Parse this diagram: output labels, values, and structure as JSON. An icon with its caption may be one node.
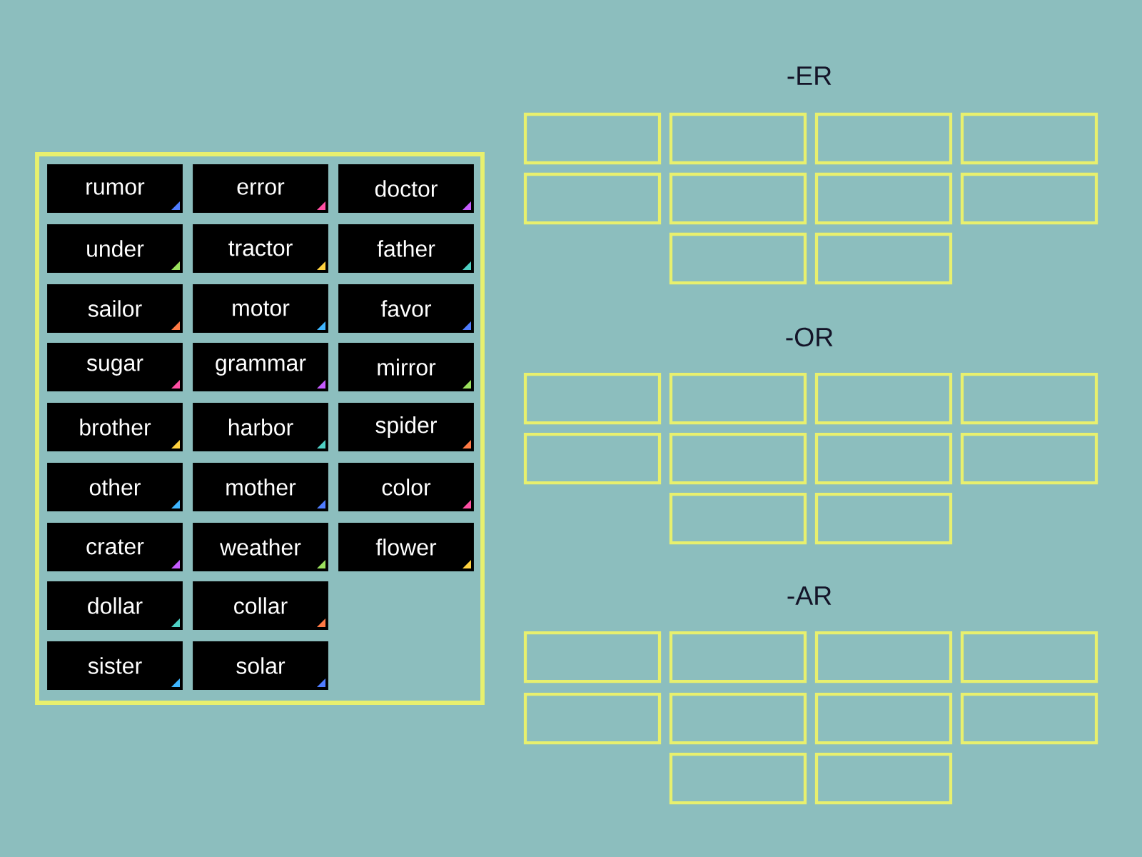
{
  "diagram": {
    "nodes": [
      {
        "text": [],
        "shape": "box"
      },
      {
        "text": [
          "rumor"
        ],
        "in": 0
      },
      {
        "text": [
          "error"
        ],
        "in": 0
      },
      {
        "text": [
          "doctor"
        ],
        "in": 0
      },
      {
        "text": [
          "under"
        ],
        "in": 0
      },
      {
        "text": [
          "tractor"
        ],
        "in": 0
      },
      {
        "text": [
          "father"
        ],
        "in": 0
      },
      {
        "text": [
          "sailor"
        ],
        "in": 0
      },
      {
        "text": [
          "motor"
        ],
        "in": 0
      },
      {
        "text": [
          "favor"
        ],
        "in": 0
      },
      {
        "text": [
          "sugar"
        ],
        "in": 0
      },
      {
        "text": [
          "grammar"
        ],
        "in": 0
      },
      {
        "text": [
          "mirror"
        ],
        "in": 0
      },
      {
        "text": [
          "brother"
        ],
        "in": 0
      },
      {
        "text": [
          "harbor"
        ],
        "in": 0
      },
      {
        "text": [
          "spider"
        ],
        "in": 0
      },
      {
        "text": [
          "other"
        ],
        "in": 0
      },
      {
        "text": [
          "mother"
        ],
        "in": 0
      },
      {
        "text": [
          "color"
        ],
        "in": 0
      },
      {
        "text": [
          "crater"
        ],
        "in": 0
      },
      {
        "text": [
          "weather"
        ],
        "in": 0
      },
      {
        "text": [
          "flower"
        ],
        "in": 0
      },
      {
        "text": [
          "dollar"
        ],
        "in": 0
      },
      {
        "text": [
          "collar"
        ],
        "in": 0
      },
      {
        "text": [
          "sister"
        ],
        "in": 0
      },
      {
        "text": [
          "solar"
        ],
        "in": 0
      },
      {
        "text": [],
        "shape": "box"
      },
      {
        "text": [],
        "shape": "box"
      },
      {
        "text": [],
        "shape": "box"
      },
      {
        "text": [],
        "shape": "box"
      },
      {
        "text": [],
        "shape": "box"
      },
      {
        "text": [],
        "shape": "box"
      },
      {
        "text": [],
        "shape": "box"
      },
      {
        "text": [],
        "shape": "box"
      },
      {
        "text": [],
        "shape": "box"
      },
      {
        "text": [],
        "shape": "box"
      },
      {
        "text": [],
        "shape": "box"
      },
      {
        "text": [],
        "shape": "box"
      },
      {
        "text": [],
        "shape": "box"
      },
      {
        "text": [],
        "shape": "box"
      },
      {
        "text": [],
        "shape": "box"
      },
      {
        "text": [],
        "shape": "box"
      },
      {
        "text": [],
        "shape": "box"
      },
      {
        "text": [],
        "shape": "box"
      },
      {
        "text": [],
        "shape": "box"
      },
      {
        "text": [],
        "shape": "box"
      },
      {
        "text": [],
        "shape": "box"
      },
      {
        "text": [],
        "shape": "box"
      },
      {
        "text": [],
        "shape": "box"
      },
      {
        "text": [],
        "shape": "box"
      },
      {
        "text": [],
        "shape": "box"
      },
      {
        "text": [],
        "shape": "box"
      },
      {
        "text": [],
        "shape": "box"
      },
      {
        "text": [],
        "shape": "box"
      },
      {
        "text": [],
        "shape": "box"
      },
      {
        "text": [],
        "shape": "box"
      }
    ],
    "labels": [
      "-ER",
      "-OR",
      "-AR"
    ]
  }
}
